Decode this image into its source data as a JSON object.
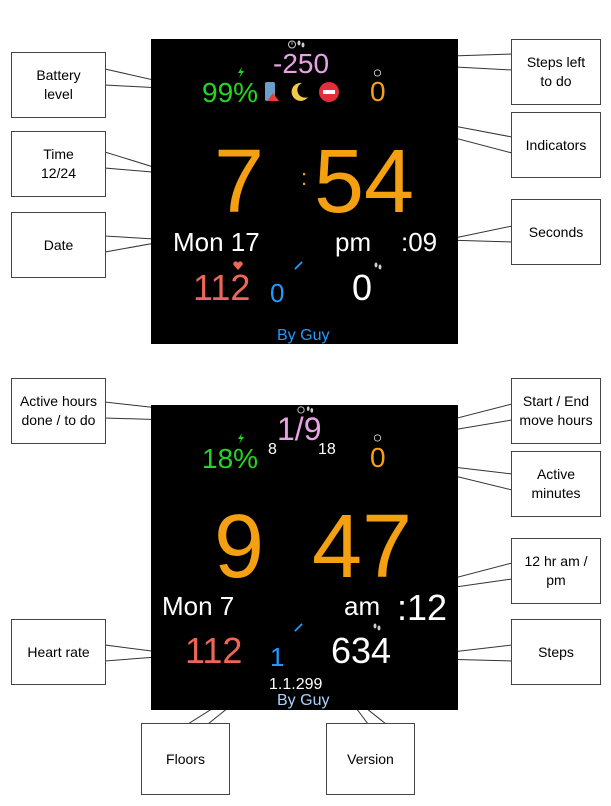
{
  "colors": {
    "orange": "#f5a011",
    "green": "#22d722",
    "pink": "#e8a2e6",
    "red": "#ef6659",
    "blue": "#1f9bff",
    "white": "#ffffff",
    "black": "#000000"
  },
  "screen1": {
    "steps_left": "-250",
    "battery": "99%",
    "active_minutes": "0",
    "hour": "7",
    "colon": ":",
    "minutes": "54",
    "date": "Mon 17",
    "ampm": "pm",
    "seconds": ":09",
    "heart_rate": "112",
    "floors": "0",
    "steps": "0",
    "credit": "By Guy",
    "icons": [
      "bolt-icon",
      "phone-alert-icon",
      "moon-icon",
      "do-not-disturb-icon",
      "timer-icon",
      "footsteps-icon",
      "heart-icon",
      "stairs-icon"
    ]
  },
  "screen2": {
    "active_hours": "1/9",
    "start_hour": "8",
    "end_hour": "18",
    "battery": "18%",
    "active_minutes": "0",
    "hour": "9",
    "minutes": "47",
    "date": "Mon 7",
    "ampm": "am",
    "seconds": ":12",
    "heart_rate": "112",
    "floors": "1",
    "steps": "634",
    "version": "1.1.299",
    "credit": "By Guy"
  },
  "callouts": {
    "battery_level": "Battery level",
    "time_format": "Time 12/24",
    "date": "Date",
    "steps_left": "Steps left to do",
    "indicators": "Indicators",
    "seconds": "Seconds",
    "active_hours": "Active hours done / to do",
    "start_end": "Start / End move hours",
    "active_minutes": "Active minutes",
    "ampm": "12 hr am / pm",
    "heart_rate": "Heart rate",
    "steps": "Steps",
    "floors": "Floors",
    "version": "Version"
  }
}
